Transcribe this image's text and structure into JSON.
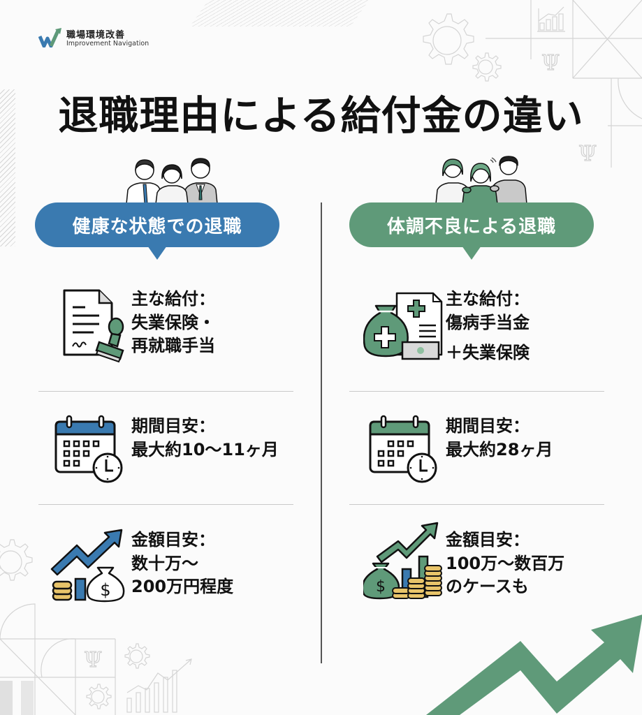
{
  "brand": {
    "name_jp": "職場環境改善",
    "name_en": "Improvement Navigation",
    "logo_icon": "rising-w-arrow-icon"
  },
  "title": "退職理由による給付金の違い",
  "colors": {
    "healthy_blue": "#3a7ab0",
    "illness_green": "#5f9a79",
    "coin_gold": "#e8c46a",
    "text": "#111111"
  },
  "columns": [
    {
      "heading": "健康な状態での退職",
      "people_icon": "three-office-workers-icon",
      "items": [
        {
          "icon": "document-with-stamp-icon",
          "label": "主な給付：",
          "lines": [
            "失業保険・",
            "再就職手当"
          ]
        },
        {
          "icon": "calendar-clock-icon",
          "label": "期間目安：",
          "lines": [
            "最大約10〜11ヶ月"
          ]
        },
        {
          "icon": "rising-chart-moneybag-icon",
          "label": "金額目安：",
          "lines": [
            "数十万〜",
            "200万円程度"
          ]
        }
      ]
    },
    {
      "heading": "体調不良による退職",
      "people_icon": "colleagues-supporting-sick-worker-icon",
      "items": [
        {
          "icon": "medical-moneybag-document-icon",
          "label": "主な給付：",
          "lines": [
            "傷病手当金",
            "＋失業保険"
          ]
        },
        {
          "icon": "calendar-clock-icon",
          "label": "期間目安：",
          "lines": [
            "最大約28ヶ月"
          ]
        },
        {
          "icon": "rising-chart-coins-moneybag-icon",
          "label": "金額目安：",
          "lines": [
            "100万〜数百万",
            "のケースも"
          ]
        }
      ]
    }
  ]
}
